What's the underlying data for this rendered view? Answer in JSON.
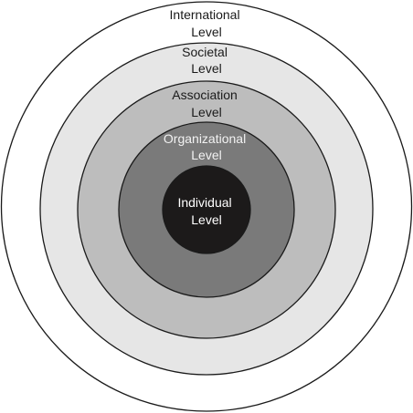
{
  "levels": [
    {
      "line1": "International",
      "line2": "Level",
      "fill": "#ffffff",
      "text_color": "#1a1a1a"
    },
    {
      "line1": "Societal",
      "line2": "Level",
      "fill": "#e6e6e6",
      "text_color": "#1a1a1a"
    },
    {
      "line1": "Association",
      "line2": "Level",
      "fill": "#bdbdbd",
      "text_color": "#1a1a1a"
    },
    {
      "line1": "Organizational",
      "line2": "Level",
      "fill": "#7a7a7a",
      "text_color": "#f2f2f2"
    },
    {
      "line1": "Individual",
      "line2": "Level",
      "fill": "#1c1a1a",
      "text_color": "#ffffff"
    }
  ],
  "stroke_color": "#1a1a1a"
}
